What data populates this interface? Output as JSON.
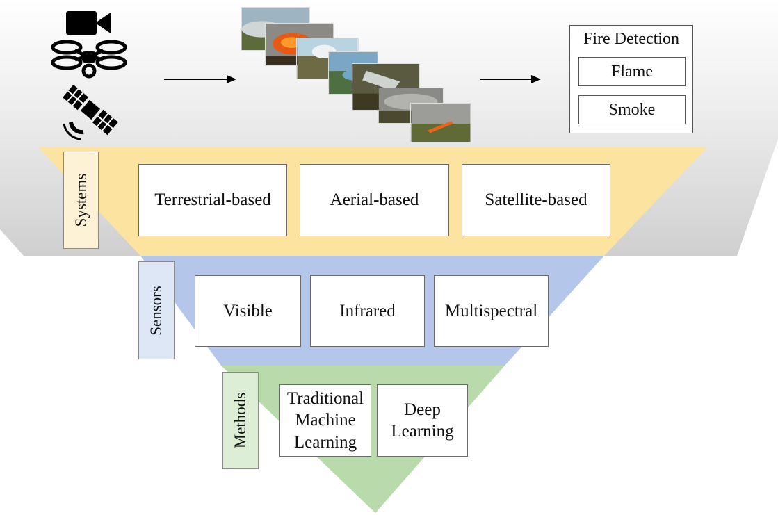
{
  "colors": {
    "systems_fill": "#fde3a0",
    "sensors_fill": "#b4c7ea",
    "methods_fill": "#b9dbab",
    "systems_label_fill": "#fdf2d6",
    "sensors_label_fill": "#dde7f6",
    "methods_label_fill": "#dcefd6",
    "band_gray": "#d0d0d0"
  },
  "input_icons": [
    "video-camera-icon",
    "drone-icon",
    "satellite-icon"
  ],
  "output": {
    "title": "Fire Detection",
    "items": [
      "Flame",
      "Smoke"
    ]
  },
  "layers": {
    "systems": {
      "label": "Systems",
      "items": [
        "Terrestrial-based",
        "Aerial-based",
        "Satellite-based"
      ]
    },
    "sensors": {
      "label": "Sensors",
      "items": [
        "Visible",
        "Infrared",
        "Multispectral"
      ]
    },
    "methods": {
      "label": "Methods",
      "items": [
        "Traditional Machine Learning",
        "Deep Learning"
      ]
    }
  }
}
